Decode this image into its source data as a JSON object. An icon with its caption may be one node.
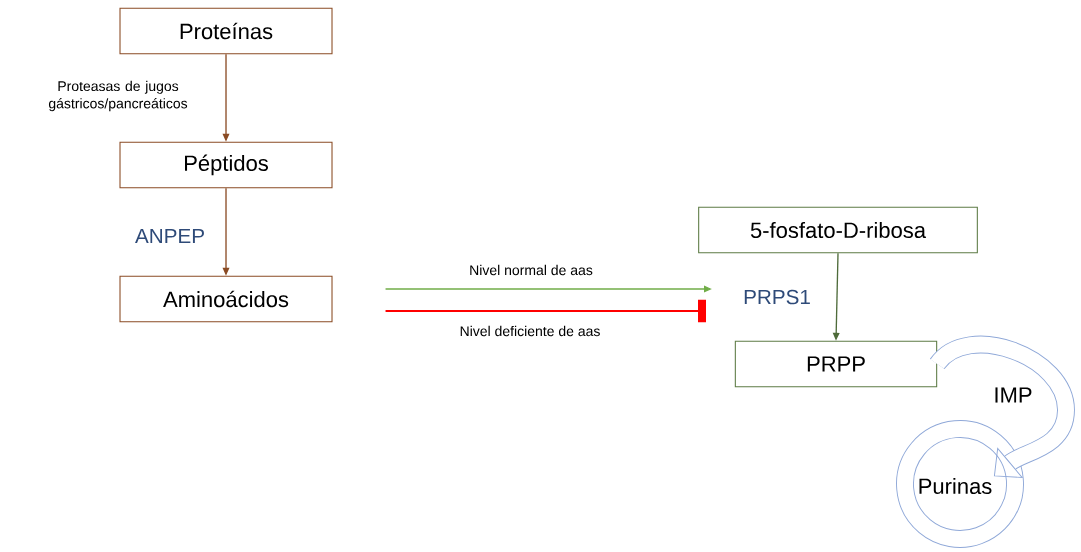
{
  "diagram": {
    "nodes": [
      {
        "text": [
          "Proteínas"
        ]
      },
      {
        "text": [
          "Péptidos"
        ]
      },
      {
        "text": [
          "Aminoácidos"
        ]
      },
      {
        "text": [
          "5-fosfato-D-ribosa"
        ]
      },
      {
        "text": [
          "PRPP"
        ]
      },
      {
        "text": [
          "Purinas"
        ]
      }
    ],
    "edges": [
      {
        "from": 0,
        "to": 1,
        "arrow": "to",
        "label": "Proteasas de jugos gástricos/pancreáticos"
      },
      {
        "from": 1,
        "to": 2,
        "arrow": "to",
        "label": "ANPEP"
      },
      {
        "from": 2,
        "to": null,
        "arrow": "to",
        "label": "Nivel normal de aas",
        "color": "#70ad47"
      },
      {
        "from": 2,
        "to": null,
        "arrow": "other",
        "label": "Nivel deficiente de aas",
        "color": "#ff0000"
      },
      {
        "from": 3,
        "to": 4,
        "arrow": "to",
        "label": "PRPS1",
        "color": "#4e6b3a"
      },
      {
        "from": 4,
        "to": 5,
        "arrow": "to",
        "color": "#8fa8d8",
        "style": "thick"
      }
    ],
    "labels": [
      "IMP"
    ]
  }
}
